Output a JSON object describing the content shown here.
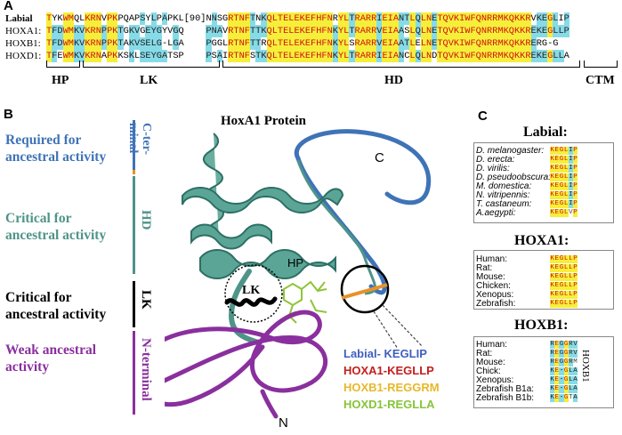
{
  "panel_a": {
    "letter": "A",
    "rows": [
      {
        "label": "Labial",
        "seq": "TYKWMQLKRNVPKPQAPSYLPAPKL[90]NNSGRTNFTNKQLTELEKEFHFNRYLTRARRIEIANTLQLNETQVKIWFQNRRMKQKKRVKEGLIP"
      },
      {
        "label": "HOXA1:",
        "seq": "TFDWMKVKRNPPKTGKVGEYGYVGQ    PNAVRTNFTTKQLTELEKEFHFNKYLTRARRVEIAASLQLNETQVKIWFQNRRMKQKKREKEGLLP"
      },
      {
        "label": "HOXB1:",
        "seq": "TFDWMKVKRNPPKTAKVSELG-LGA    PGGLRTNFTTRQLTELEKEFHFNKYLSRARRVEIAATLELNETQVKIWFQNRRMKQKKRERG-G"
      },
      {
        "label": "HOXD1:",
        "seq": "TFEWMKVKRNAPKKSKLSEYGATSP    PSAIRTNFSTKQLTELEKEFHFNKYLTRARRIEIANCLQLNDTQVKIWFQNRRMKQKKREKEGLLA"
      }
    ],
    "domains": [
      {
        "name": "HP"
      },
      {
        "name": "LK"
      },
      {
        "name": "HD"
      },
      {
        "name": "CTM"
      }
    ]
  },
  "panel_b": {
    "letter": "B",
    "protein_title": "HoxA1 Protein",
    "regions": [
      {
        "text_1": "Required for",
        "text_2": "ancestral activity",
        "color": "#3f73b8",
        "bar_label": "C-ter-minal"
      },
      {
        "text_1": "Critical for",
        "text_2": "ancestral activity",
        "color": "#4f9488",
        "bar_label": "HD"
      },
      {
        "text_1": "Critical for",
        "text_2": "ancestral activity",
        "color": "#000000",
        "bar_label": "LK"
      },
      {
        "text_1": "Weak ancestral",
        "text_2": "activity",
        "color": "#8a2f9e",
        "bar_label": "N-terminal"
      }
    ],
    "structure_labels": {
      "c_term": "C",
      "n_term": "N",
      "lk": "LK",
      "hp": "HP"
    },
    "legend": [
      {
        "text": "Labial-   KEGLIP",
        "color": "#3f5fbf"
      },
      {
        "text": "HOXA1-KEGLLP",
        "color": "#c41e1e"
      },
      {
        "text": "HOXB1-REGGRM",
        "color": "#e8b82a"
      },
      {
        "text": "HOXD1-REGLLA",
        "color": "#86c43a"
      }
    ]
  },
  "panel_c": {
    "letter": "C",
    "groups": [
      {
        "title": "Labial:",
        "italic": true,
        "rows": [
          {
            "name": "D. melanogaster:",
            "seq": "KEGLIP"
          },
          {
            "name": "D. erecta:",
            "seq": "KEGLIP"
          },
          {
            "name": "D. virilis:",
            "seq": "KEGLIP"
          },
          {
            "name": "D. pseudoobscura:",
            "seq": "KEGLIP"
          },
          {
            "name": "M. domestica:",
            "seq": "KEGLIP"
          },
          {
            "name": "N. vitripennis:",
            "seq": "KEGLIP"
          },
          {
            "name": "T. castaneum:",
            "seq": "KEGLIP"
          },
          {
            "name": "A.aegypti:",
            "seq": "KEGLVP"
          }
        ]
      },
      {
        "title": "HOXA1:",
        "italic": false,
        "rows": [
          {
            "name": "Human:",
            "seq": "KEGLLP"
          },
          {
            "name": "Rat:",
            "seq": "KEGLLP"
          },
          {
            "name": "Mouse:",
            "seq": "KEGLLP"
          },
          {
            "name": "Chicken:",
            "seq": "KEGLLP"
          },
          {
            "name": "Xenopus:",
            "seq": "KEGLLP"
          },
          {
            "name": "Zebrafish:",
            "seq": "KEGLLP"
          }
        ]
      },
      {
        "title": "HOXB1:",
        "italic": false,
        "side_label": "HOXB1",
        "rows": [
          {
            "name": "Human:",
            "seq": "REGGRV"
          },
          {
            "name": "Rat:",
            "seq": "REGGRV"
          },
          {
            "name": "Mouse:",
            "seq": "REGGRM"
          },
          {
            "name": "Chick:",
            "seq": "KE-GLA"
          },
          {
            "name": "Xenopus:",
            "seq": "KE-GLA"
          },
          {
            "name": "Zebrafish B1a:",
            "seq": "KE-GLA"
          },
          {
            "name": "Zebrafish B1b:",
            "seq": "KE-GTA"
          }
        ]
      }
    ]
  },
  "colors": {
    "yellow_highlight": "#f6ef3a",
    "cyan_highlight": "#86dbe8",
    "red_text": "#d01010",
    "helix": "#4f9488",
    "cterm": "#3f73b8",
    "nterm": "#8a2f9e",
    "orange": "#e8912a",
    "ligand": "#8fc43a"
  }
}
